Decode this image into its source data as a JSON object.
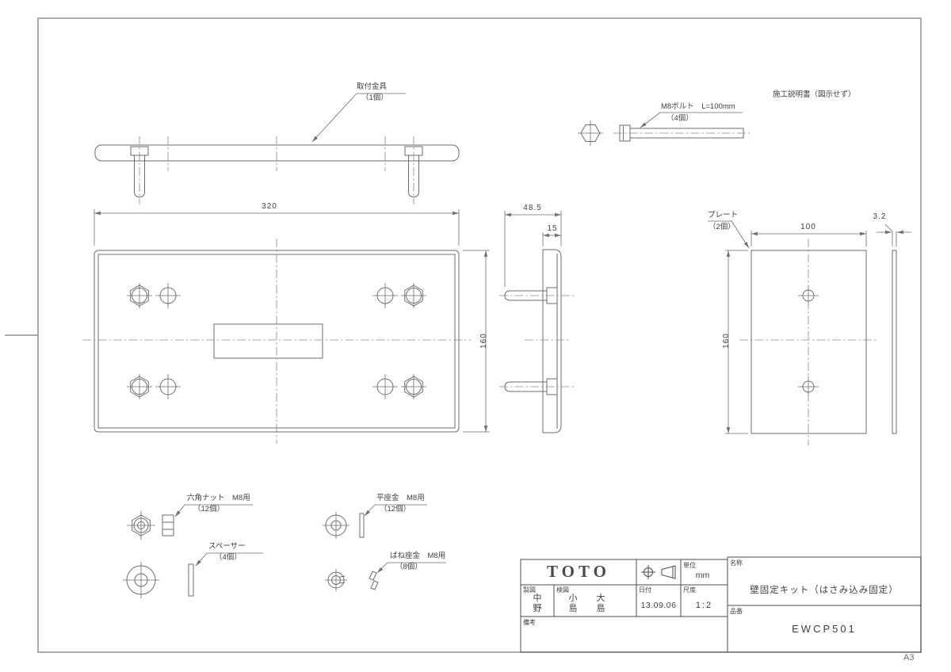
{
  "sheet": {
    "size": "A3"
  },
  "annotations": {
    "bracket_label": "取付金具",
    "bracket_qty": "（1個）",
    "bolt_label": "M8ボルト　L=100mm",
    "bolt_qty": "（4個）",
    "instruction_note": "施工説明書（図示せず）",
    "plate_label": "プレート",
    "plate_qty": "（2個）",
    "hex_nut_label": "六角ナット　M8用",
    "hex_nut_qty": "（12個）",
    "spacer_label": "スペーサー",
    "spacer_qty": "（4個）",
    "flat_washer_label": "平座金　M8用",
    "flat_washer_qty": "（12個）",
    "spring_washer_label": "ばね座金　M8用",
    "spring_washer_qty": "（8個）"
  },
  "dimensions": {
    "bracket_width": "320",
    "bracket_height": "160",
    "side_overall": "48.5",
    "side_depth": "15",
    "plate_width": "100",
    "plate_height": "160",
    "plate_thickness": "3.2"
  },
  "title_block": {
    "logo": "TOTO",
    "unit_label": "単位",
    "unit_value": "mm",
    "drafter_label": "製図",
    "drafter_name": "中\n野",
    "checker_label": "検図",
    "checker_name_1": "小\n島",
    "checker_name_2": "大\n島",
    "date_label": "日付",
    "date_value": "13.09.06",
    "scale_label": "尺度",
    "scale_value": "1:2",
    "name_label": "名称",
    "name_value": "壁固定キット（はさみ込み固定）",
    "part_label": "品番",
    "part_value": "EWCP501",
    "remarks_label": "備考"
  }
}
